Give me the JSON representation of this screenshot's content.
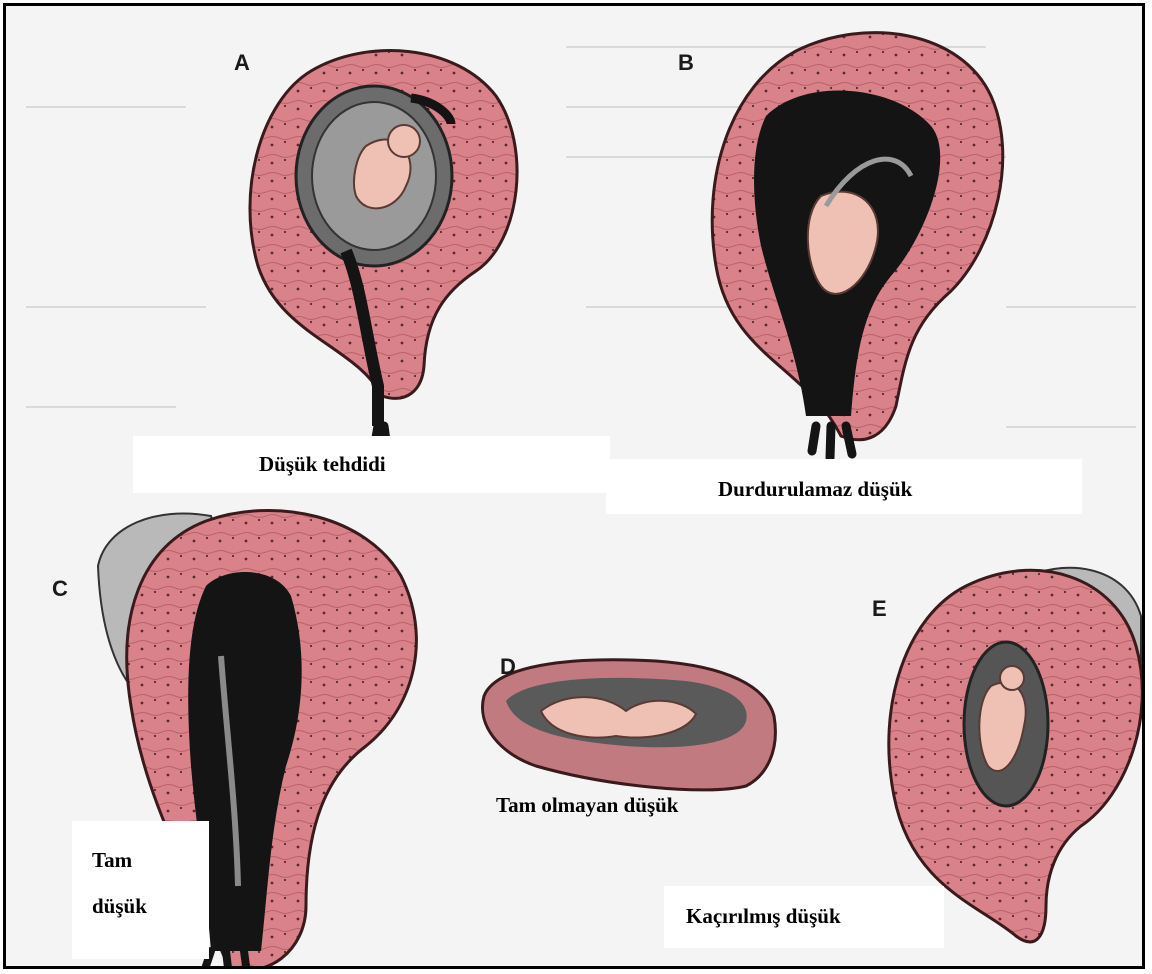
{
  "panels": [
    {
      "letter": "A",
      "caption": "Düşük tehdidi"
    },
    {
      "letter": "B",
      "caption": "Durdurulamaz düşük"
    },
    {
      "letter": "C",
      "caption_line1": "Tam",
      "caption_line2": "düşük"
    },
    {
      "letter": "D",
      "caption": "Tam olmayan düşük"
    },
    {
      "letter": "E",
      "caption": "Kaçırılmış düşük"
    }
  ],
  "colors": {
    "uterus_wall": "#d9828a",
    "blood": "#141414",
    "fetus": "#efc1b5",
    "background": "#f4f4f4"
  }
}
